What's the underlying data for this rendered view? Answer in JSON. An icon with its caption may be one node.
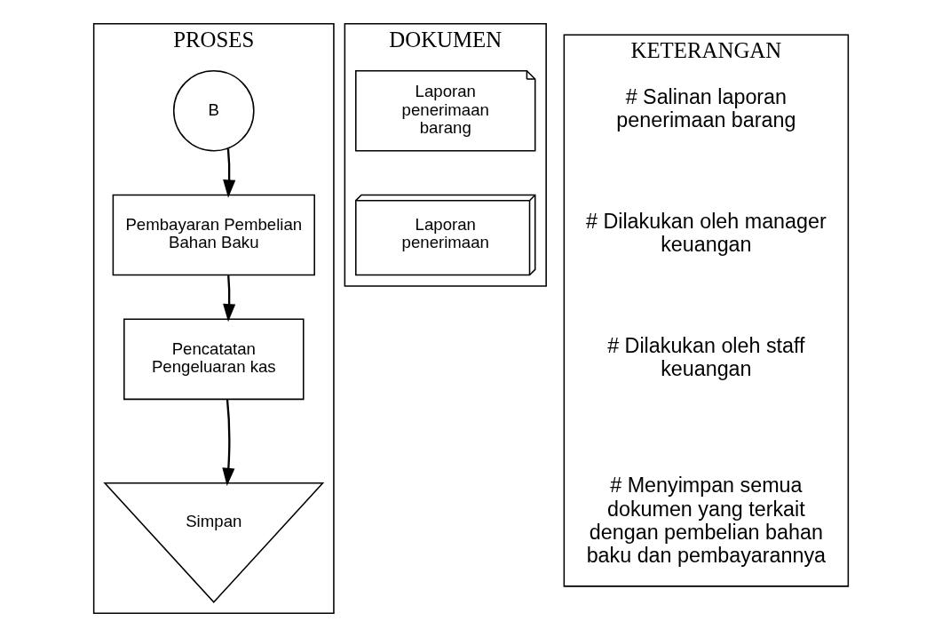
{
  "diagram": {
    "nodes": [
      {
        "text": [
          "PROSES"
        ]
      },
      {
        "text": [
          "B"
        ],
        "in": 0
      },
      {
        "text": [
          "Pembayaran Pembelian Bahan Baku"
        ],
        "in": 0
      },
      {
        "text": [
          "Pencatatan Pengeluaran kas"
        ],
        "in": 0
      },
      {
        "text": [
          "Simpan"
        ],
        "in": 0
      },
      {
        "text": [
          "DOKUMEN"
        ]
      },
      {
        "text": [
          "Laporan penerimaan barang"
        ],
        "in": 5
      },
      {
        "text": [
          "Laporan penerimaan"
        ],
        "in": 5
      },
      {
        "text": [
          "KETERANGAN"
        ]
      }
    ],
    "edges": [
      {
        "from": 1,
        "to": 2,
        "arrow": "to"
      },
      {
        "from": 2,
        "to": 3,
        "arrow": "to"
      },
      {
        "from": 3,
        "to": 4,
        "arrow": "to"
      }
    ],
    "labels": [
      "# Salinan laporan penerimaan barang",
      "# Dilakukan oleh manager keuangan",
      "# Dilakukan oleh staff keuangan",
      "# Menyimpan semua dokumen yang terkait dengan pembelian bahan baku dan pembayarannya"
    ]
  }
}
